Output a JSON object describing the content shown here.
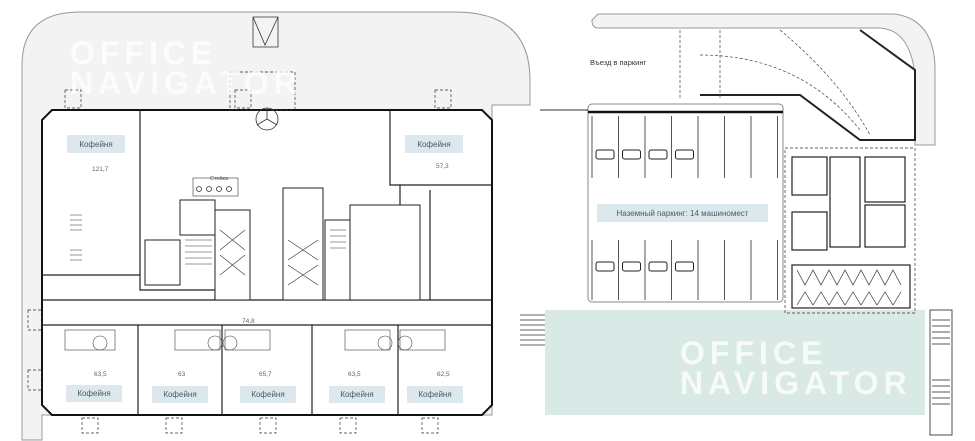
{
  "watermark": {
    "line1": "OFFICE",
    "line2": "NAVIGATOR"
  },
  "rooms": [
    {
      "label": "Кофейня",
      "area": "121,7"
    },
    {
      "label": "Кофейня",
      "area": "57,3"
    },
    {
      "label": "Кофейня",
      "area": "63,5"
    },
    {
      "label": "Кофейня",
      "area": "63"
    },
    {
      "label": "Кофейня",
      "area": "65,7"
    },
    {
      "label": "Кофейня",
      "area": "63,5"
    },
    {
      "label": "Кофейня",
      "area": "62,5"
    }
  ],
  "corridor_area": "74,8",
  "counter_label": "Стойка",
  "parking_entry": "Въезд в паркинг",
  "parking_label": "Наземный паркинг: 14 машиномест",
  "colors": {
    "label_bg": "#dde8ee",
    "green_zone": "#d9e9e5",
    "canopy": "#f3f3f3"
  }
}
